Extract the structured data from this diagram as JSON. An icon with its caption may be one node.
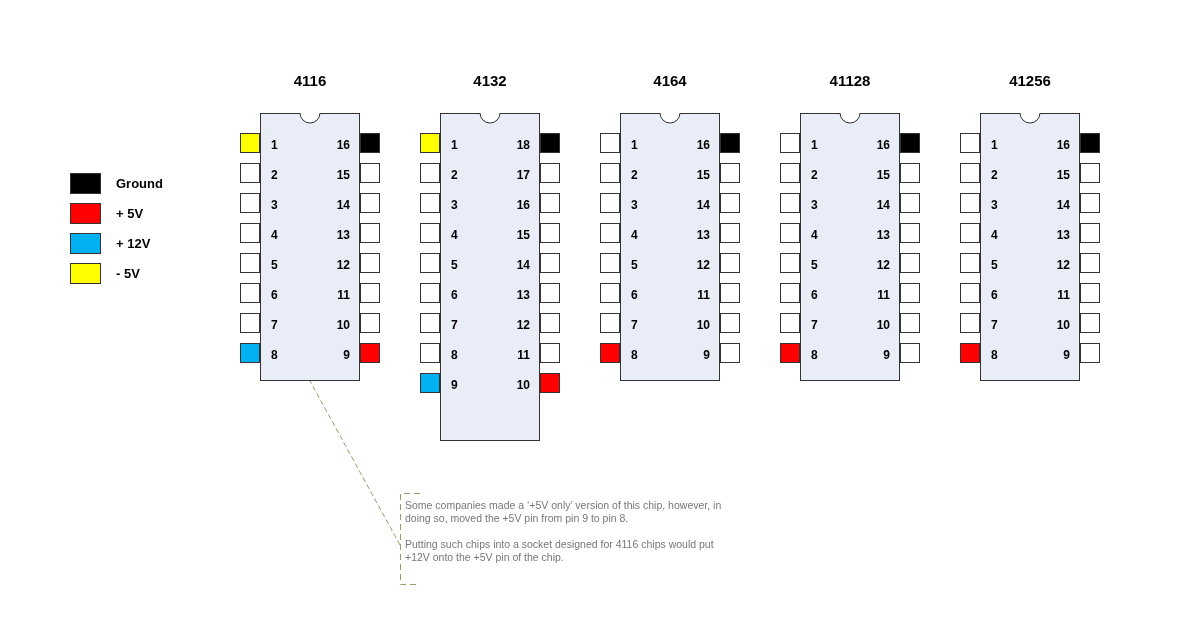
{
  "diagram": {
    "nodes": [
      {
        "text": [
          "4116",
          "1",
          "16",
          "2",
          "15",
          "3",
          "14",
          "4",
          "13",
          "5",
          "12",
          "6",
          "11",
          "7",
          "10",
          "8",
          "9"
        ]
      },
      {
        "text": [
          "4132",
          "1",
          "18",
          "2",
          "17",
          "3",
          "16",
          "4",
          "15",
          "5",
          "14",
          "6",
          "13",
          "7",
          "12",
          "8",
          "11",
          "9",
          "10"
        ]
      },
      {
        "text": [
          "4164",
          "1",
          "16",
          "2",
          "15",
          "3",
          "14",
          "4",
          "13",
          "5",
          "12",
          "6",
          "11",
          "7",
          "10",
          "8",
          "9"
        ]
      },
      {
        "text": [
          "41128",
          "1",
          "16",
          "2",
          "15",
          "3",
          "14",
          "4",
          "13",
          "5",
          "12",
          "6",
          "11",
          "7",
          "10",
          "8",
          "9"
        ]
      },
      {
        "text": [
          "41256",
          "1",
          "16",
          "2",
          "15",
          "3",
          "14",
          "4",
          "13",
          "5",
          "12",
          "6",
          "11",
          "7",
          "10",
          "8",
          "9"
        ]
      },
      {
        "text": [
          "Some companies made a ‘+5V only’ version of this chip, however, in doing so, moved the +5V pin from pin 9 to pin 8.",
          "Putting such chips into a socket designed for 4116 chips would put +12V onto the +5V pin of the chip."
        ]
      }
    ],
    "edges": [
      {
        "from": 5,
        "to": 0,
        "arrow": "none",
        "style": "dashed"
      }
    ],
    "legend": [
      {
        "text": "Ground",
        "color": "#000000"
      },
      {
        "text": "+ 5V",
        "color": "#ff0000"
      },
      {
        "text": "+ 12V",
        "color": "#00b0f0"
      },
      {
        "text": "- 5V",
        "color": "#ffff00"
      }
    ]
  }
}
